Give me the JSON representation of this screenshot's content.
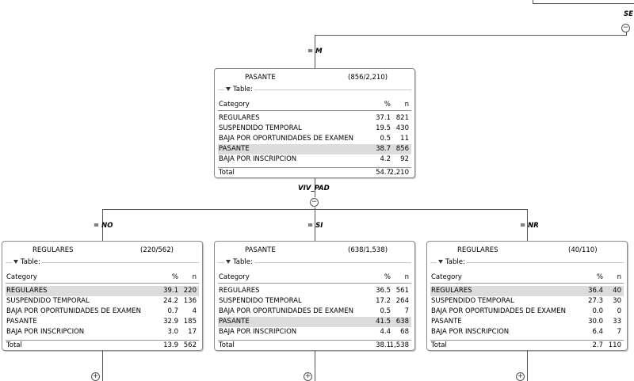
{
  "root_split": {
    "label": "SE"
  },
  "node_top": {
    "condition": "= M",
    "category": "PASANTE",
    "count": "(856/2,210)",
    "table_label": "Table:",
    "columns": [
      "Category",
      "%",
      "n"
    ],
    "rows": [
      {
        "c": "REGULARES",
        "p": "37.1",
        "n": "821",
        "hl": false
      },
      {
        "c": "SUSPENDIDO TEMPORAL",
        "p": "19.5",
        "n": "430",
        "hl": false
      },
      {
        "c": "BAJA POR OPORTUNIDADES DE EXAMEN",
        "p": "0.5",
        "n": "11",
        "hl": false
      },
      {
        "c": "PASANTE",
        "p": "38.7",
        "n": "856",
        "hl": true
      },
      {
        "c": "BAJA POR INSCRIPCION",
        "p": "4.2",
        "n": "92",
        "hl": false
      }
    ],
    "total": {
      "c": "Total",
      "p": "54.7",
      "n": "2,210"
    },
    "split_label": "VIV_PAD"
  },
  "node_left": {
    "condition": "= NO",
    "category": "REGULARES",
    "count": "(220/562)",
    "table_label": "Table:",
    "columns": [
      "Category",
      "%",
      "n"
    ],
    "rows": [
      {
        "c": "REGULARES",
        "p": "39.1",
        "n": "220",
        "hl": true
      },
      {
        "c": "SUSPENDIDO TEMPORAL",
        "p": "24.2",
        "n": "136",
        "hl": false
      },
      {
        "c": "BAJA POR OPORTUNIDADES DE EXAMEN",
        "p": "0.7",
        "n": "4",
        "hl": false
      },
      {
        "c": "PASANTE",
        "p": "32.9",
        "n": "185",
        "hl": false
      },
      {
        "c": "BAJA POR INSCRIPCION",
        "p": "3.0",
        "n": "17",
        "hl": false
      }
    ],
    "total": {
      "c": "Total",
      "p": "13.9",
      "n": "562"
    }
  },
  "node_mid": {
    "condition": "= SI",
    "category": "PASANTE",
    "count": "(638/1,538)",
    "table_label": "Table:",
    "columns": [
      "Category",
      "%",
      "n"
    ],
    "rows": [
      {
        "c": "REGULARES",
        "p": "36.5",
        "n": "561",
        "hl": false
      },
      {
        "c": "SUSPENDIDO TEMPORAL",
        "p": "17.2",
        "n": "264",
        "hl": false
      },
      {
        "c": "BAJA POR OPORTUNIDADES DE EXAMEN",
        "p": "0.5",
        "n": "7",
        "hl": false
      },
      {
        "c": "PASANTE",
        "p": "41.5",
        "n": "638",
        "hl": true
      },
      {
        "c": "BAJA POR INSCRIPCION",
        "p": "4.4",
        "n": "68",
        "hl": false
      }
    ],
    "total": {
      "c": "Total",
      "p": "38.1",
      "n": "1,538"
    }
  },
  "node_right": {
    "condition": "= NR",
    "category": "REGULARES",
    "count": "(40/110)",
    "table_label": "Table:",
    "columns": [
      "Category",
      "%",
      "n"
    ],
    "rows": [
      {
        "c": "REGULARES",
        "p": "36.4",
        "n": "40",
        "hl": true
      },
      {
        "c": "SUSPENDIDO TEMPORAL",
        "p": "27.3",
        "n": "30",
        "hl": false
      },
      {
        "c": "BAJA POR OPORTUNIDADES DE EXAMEN",
        "p": "0.0",
        "n": "0",
        "hl": false
      },
      {
        "c": "PASANTE",
        "p": "30.0",
        "n": "33",
        "hl": false
      },
      {
        "c": "BAJA POR INSCRIPCION",
        "p": "6.4",
        "n": "7",
        "hl": false
      }
    ],
    "total": {
      "c": "Total",
      "p": "2.7",
      "n": "110"
    }
  },
  "icons": {
    "collapse": "collapse-icon",
    "expand": "expand-icon",
    "collapse_glyph": "−",
    "expand_glyph": "+"
  }
}
